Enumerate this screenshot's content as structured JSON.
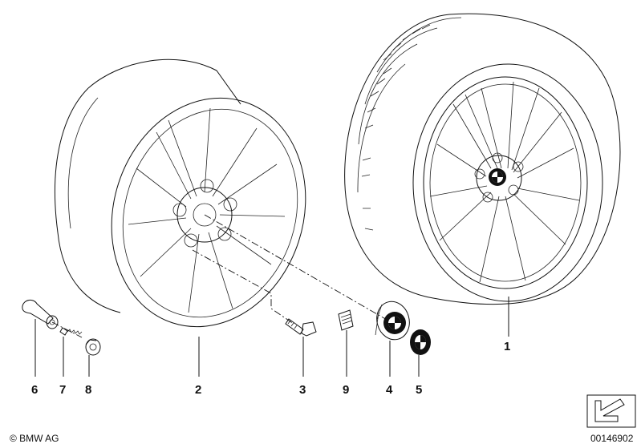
{
  "diagram": {
    "callouts": [
      {
        "id": "1",
        "label": "1"
      },
      {
        "id": "2",
        "label": "2"
      },
      {
        "id": "3",
        "label": "3"
      },
      {
        "id": "4",
        "label": "4"
      },
      {
        "id": "5",
        "label": "5"
      },
      {
        "id": "6",
        "label": "6"
      },
      {
        "id": "7",
        "label": "7"
      },
      {
        "id": "8",
        "label": "8"
      },
      {
        "id": "9",
        "label": "9"
      }
    ],
    "copyright": "© BMW AG",
    "image_number": "00146902"
  }
}
